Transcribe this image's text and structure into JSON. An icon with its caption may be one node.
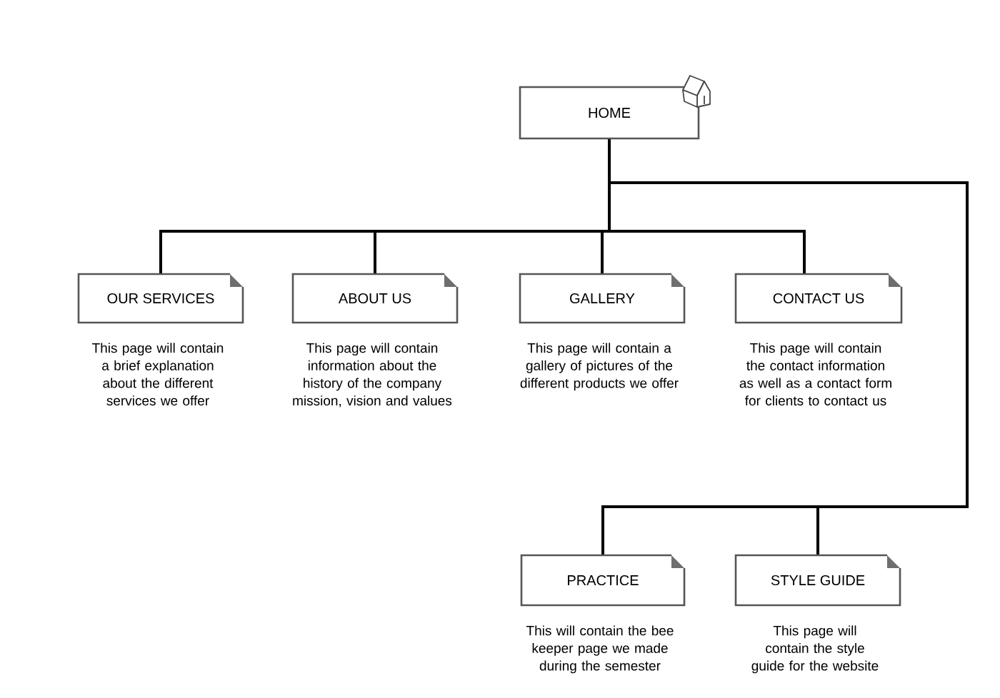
{
  "diagram": {
    "nodes": [
      {
        "text": [
          "HOME"
        ]
      },
      {
        "text": [
          "OUR SERVICES"
        ],
        "beside": [
          "This page will contain a brief explanation about the different services we offer"
        ]
      },
      {
        "text": [
          "ABOUT US"
        ],
        "beside": [
          "This page will contain information about the history of the company mission, vision and values"
        ]
      },
      {
        "text": [
          "GALLERY"
        ],
        "beside": [
          "This page will contain a gallery of pictures of the different products we offer"
        ]
      },
      {
        "text": [
          "CONTACT US"
        ],
        "beside": [
          "This page will contain the contact information as well as a contact form for clients to contact us"
        ]
      },
      {
        "text": [
          "PRACTICE"
        ],
        "beside": [
          "This will contain the bee keeper page we made during the semester"
        ]
      },
      {
        "text": [
          "STYLE GUIDE"
        ],
        "beside": [
          "This page will contain the style guide for the website"
        ]
      }
    ],
    "edges": [
      {
        "from": 0,
        "to": 1,
        "arrow": "none"
      },
      {
        "from": 0,
        "to": 2,
        "arrow": "none"
      },
      {
        "from": 0,
        "to": 3,
        "arrow": "none"
      },
      {
        "from": 0,
        "to": 4,
        "arrow": "none"
      },
      {
        "from": 0,
        "to": 5,
        "arrow": "none"
      },
      {
        "from": 0,
        "to": 6,
        "arrow": "none"
      }
    ]
  }
}
